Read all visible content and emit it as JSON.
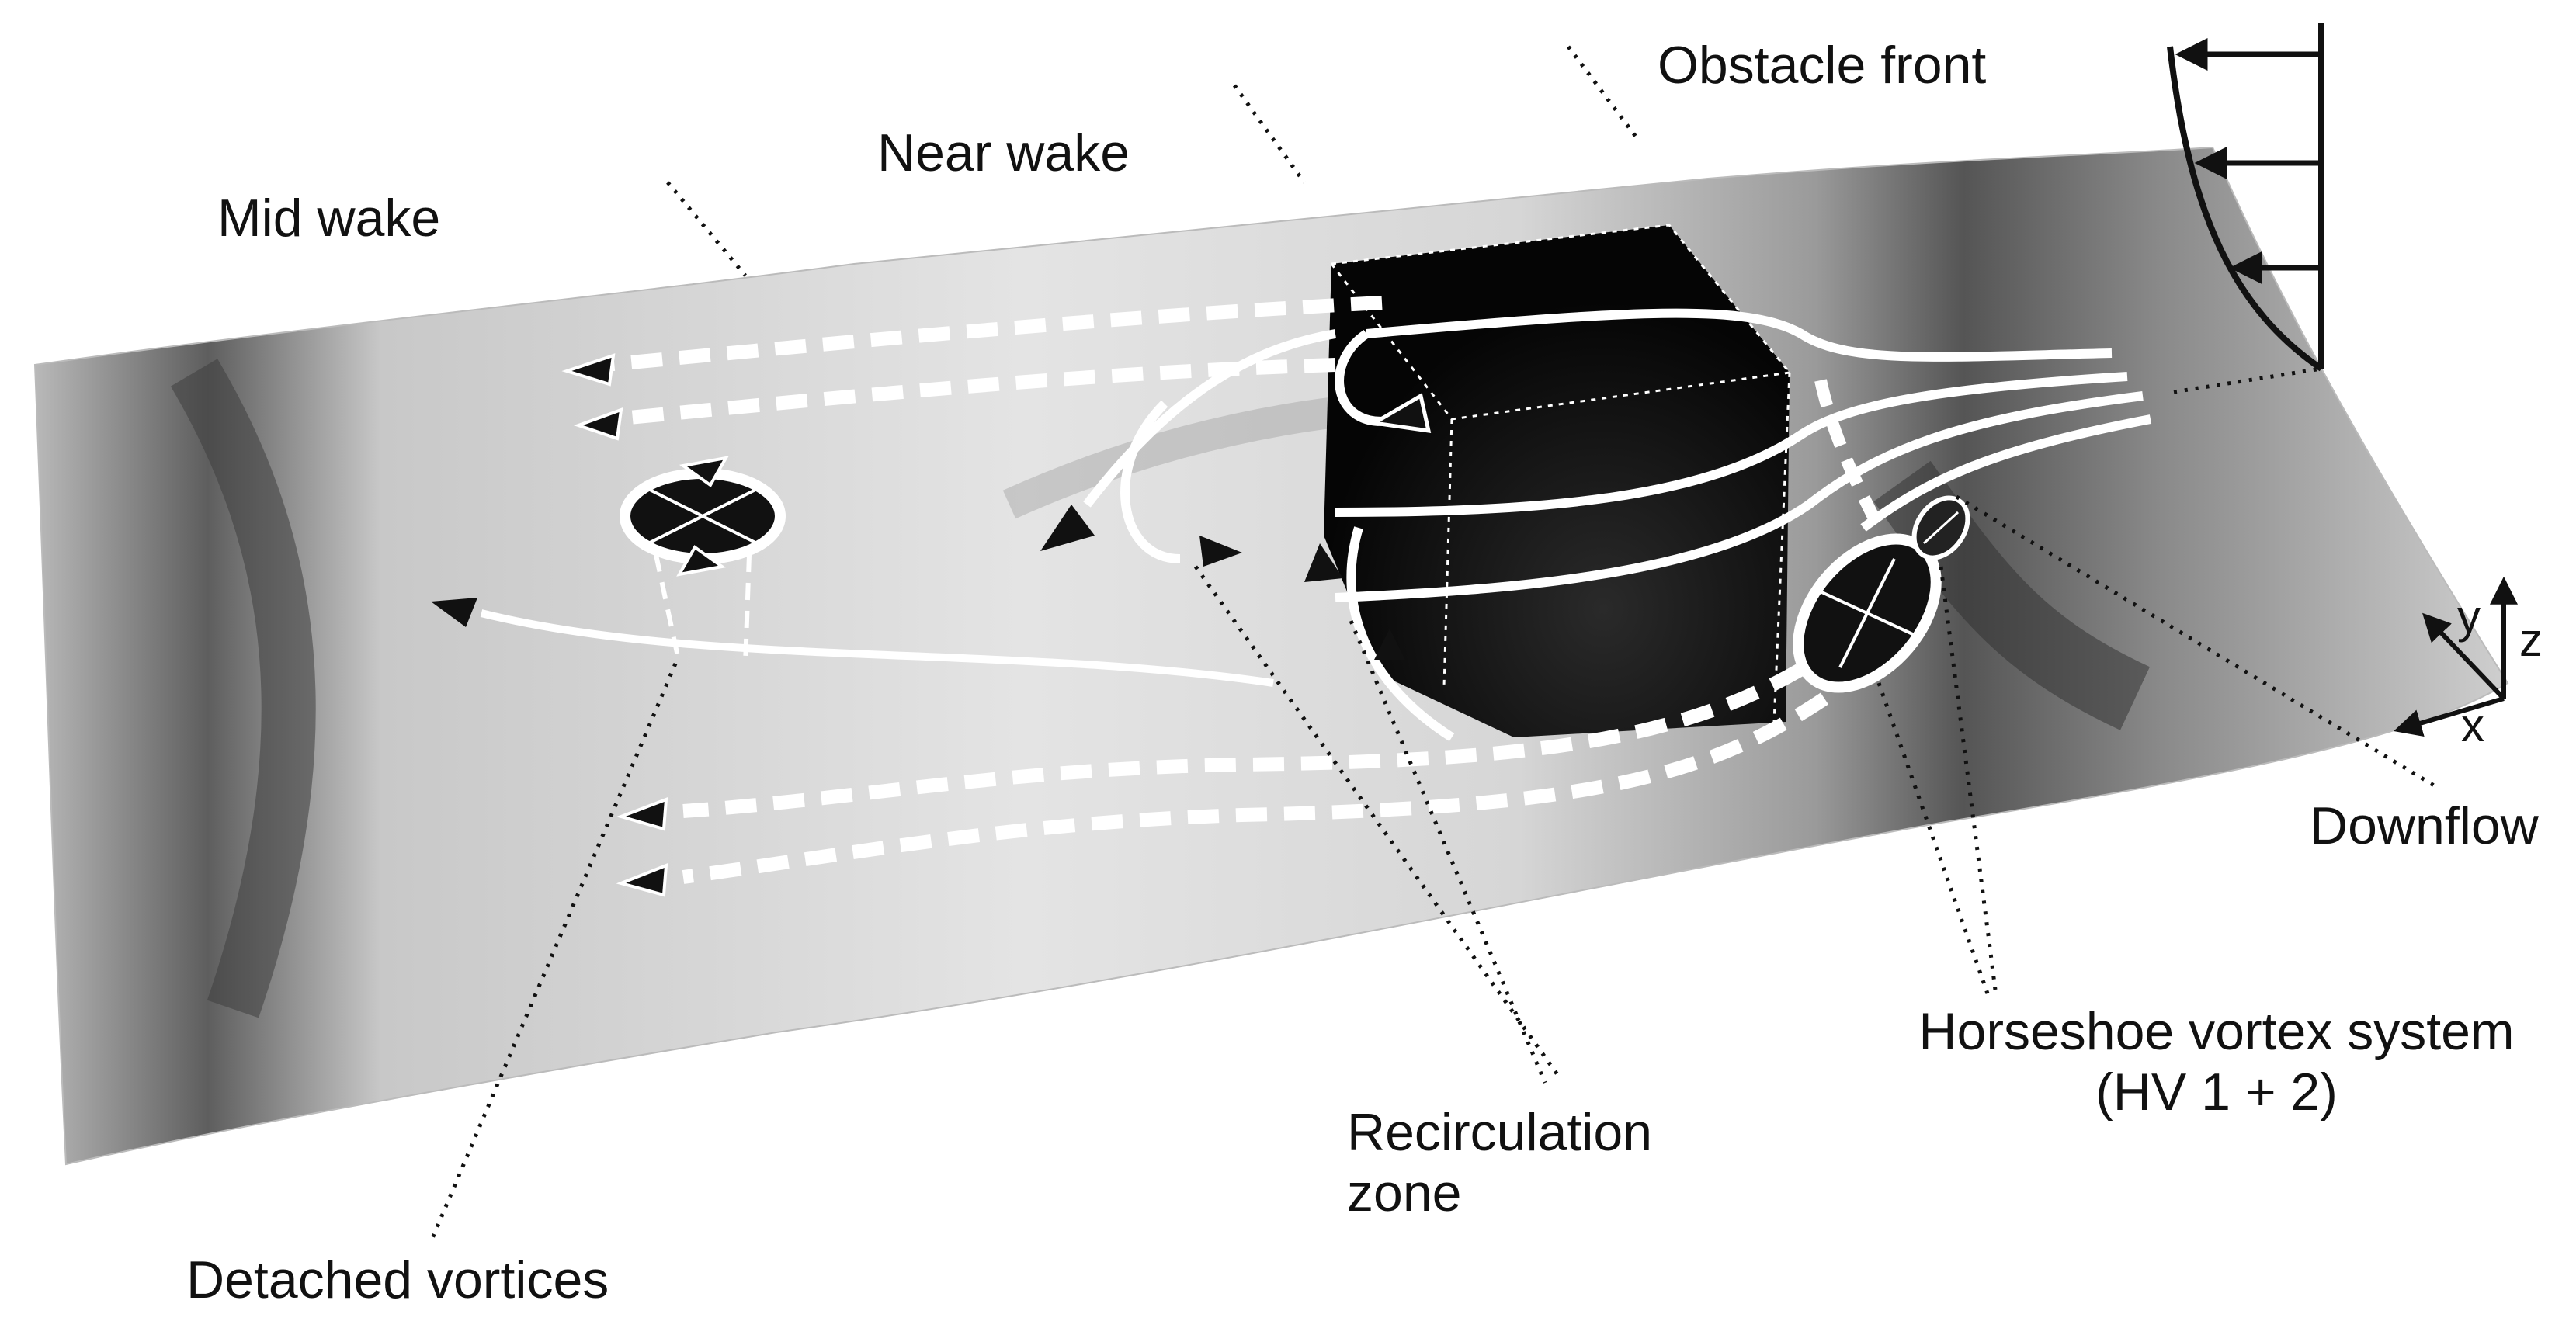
{
  "labels": {
    "obstacle_front": "Obstacle front",
    "near_wake": "Near wake",
    "mid_wake": "Mid wake",
    "downflow": "Downflow",
    "horseshoe_line1": "Horseshoe vortex system",
    "horseshoe_line2": "(HV 1 + 2)",
    "recirculation_line1": "Recirculation",
    "recirculation_line2": "zone",
    "detached_vortices": "Detached vortices"
  },
  "axes": {
    "x": "x",
    "y": "y",
    "z": "z"
  },
  "colors": {
    "text": "#111111",
    "flow_lines": "#ffffff",
    "obstacle": "#0a0a0a",
    "surface_light": "#dcdcdc",
    "surface_dark": "#3a3a3a"
  }
}
